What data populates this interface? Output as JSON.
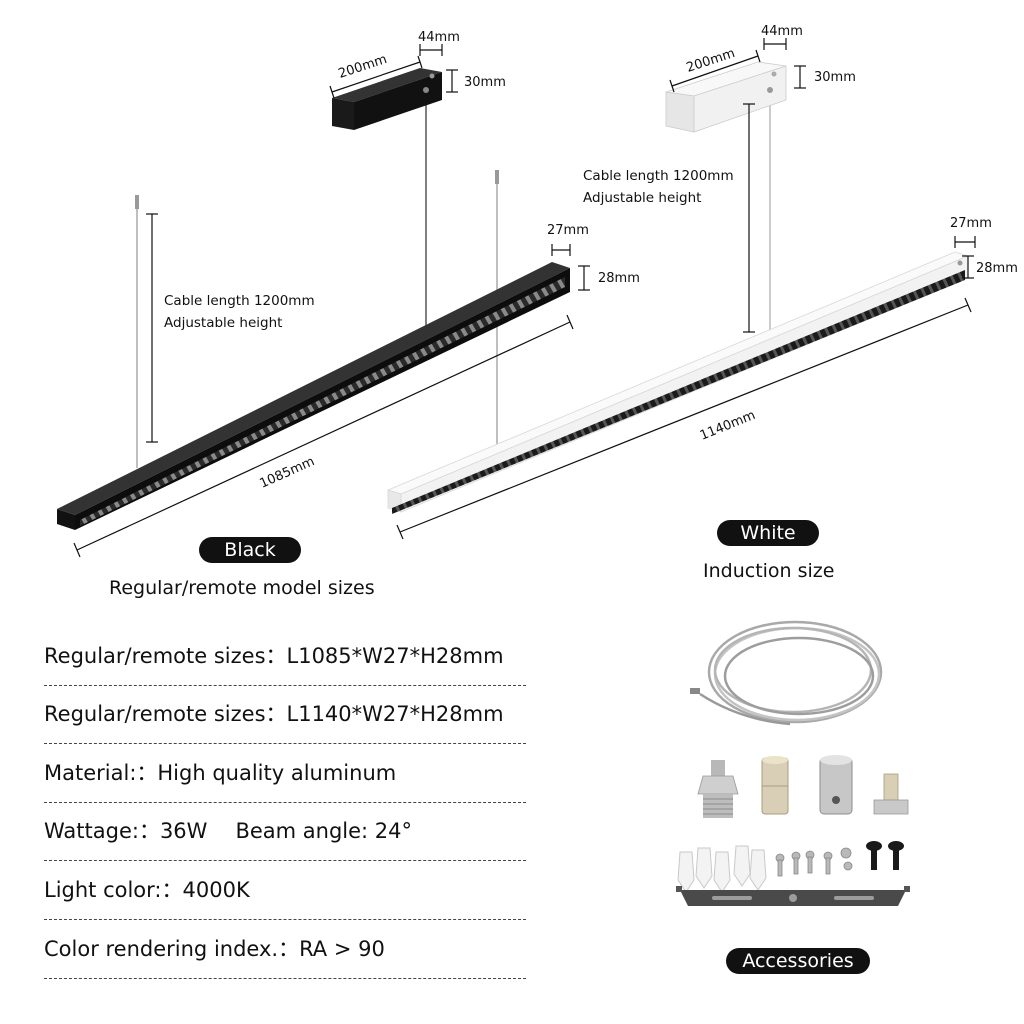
{
  "black": {
    "box_w": "200mm",
    "box_d": "44mm",
    "box_h": "30mm",
    "cable_line1": "Cable length 1200mm",
    "cable_line2": "Adjustable height",
    "end_w": "27mm",
    "end_h": "28mm",
    "length": "1085mm",
    "badge": "Black",
    "caption": "Regular/remote model sizes"
  },
  "white": {
    "box_w": "200mm",
    "box_d": "44mm",
    "box_h": "30mm",
    "cable_line1": "Cable length 1200mm",
    "cable_line2": "Adjustable height",
    "end_w": "27mm",
    "end_h": "28mm",
    "length": "1140mm",
    "badge": "White",
    "caption": "Induction size"
  },
  "accessories": {
    "badge": "Accessories"
  },
  "specs": [
    {
      "text": "Regular/remote sizes：L1085*W27*H28mm"
    },
    {
      "text": "Regular/remote sizes：L1140*W27*H28mm"
    },
    {
      "text": "Material:：High quality aluminum"
    },
    {
      "text": "Wattage:：36W",
      "extra": "Beam angle: 24°"
    },
    {
      "text": "Light color:：4000K"
    },
    {
      "text": "Color rendering index.：RA > 90"
    }
  ],
  "colors": {
    "black_fixture": "#111111",
    "white_fixture": "#f4f4f4",
    "badge_bg": "#111111"
  }
}
